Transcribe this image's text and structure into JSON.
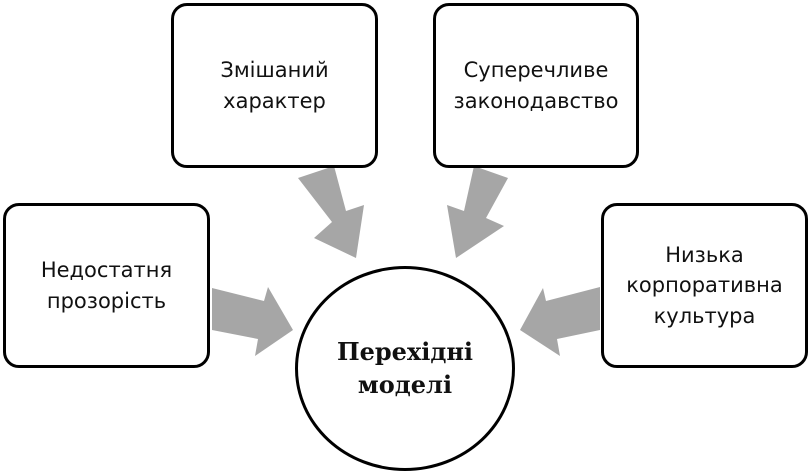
{
  "diagram": {
    "center": {
      "lines": [
        "Перехідні",
        "моделі"
      ]
    },
    "nodes": [
      {
        "id": "mixed",
        "lines": [
          "Змішаний",
          "характер"
        ]
      },
      {
        "id": "law",
        "lines": [
          "Суперечливе",
          "законодавство"
        ]
      },
      {
        "id": "transparency",
        "lines": [
          "Недостатня",
          "прозорість"
        ]
      },
      {
        "id": "culture",
        "lines": [
          "Низька",
          "корпоративна",
          "культура"
        ]
      }
    ],
    "colors": {
      "arrow": "#a6a6a6",
      "border": "#000000",
      "background": "#ffffff"
    }
  }
}
